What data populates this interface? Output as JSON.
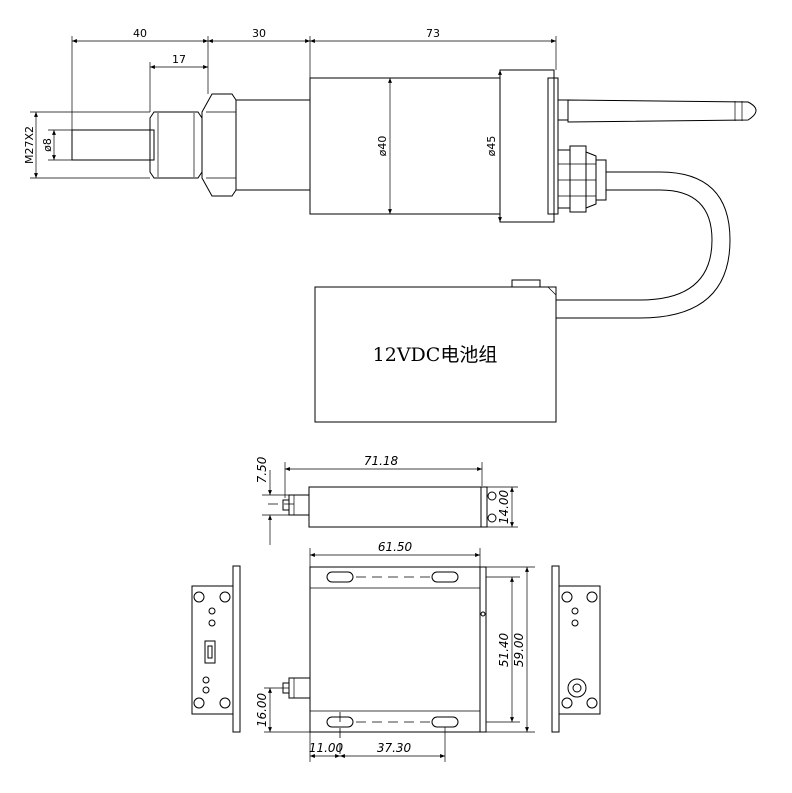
{
  "sensor": {
    "dim_40": "40",
    "dim_30": "30",
    "dim_73": "73",
    "dim_17": "17",
    "thread": "M27X2",
    "dia_8": "ø8",
    "dia_40": "ø40",
    "dia_45": "ø45"
  },
  "battery": {
    "label": "12VDC电池组"
  },
  "module": {
    "dim_7_50": "7.50",
    "dim_71_18": "71.18",
    "dim_14_00": "14.00",
    "dim_61_50": "61.50",
    "dim_51_40": "51.40",
    "dim_59_00": "59.00",
    "dim_16_00": "16.00",
    "dim_11_00": "11.00",
    "dim_37_30": "37.30"
  }
}
